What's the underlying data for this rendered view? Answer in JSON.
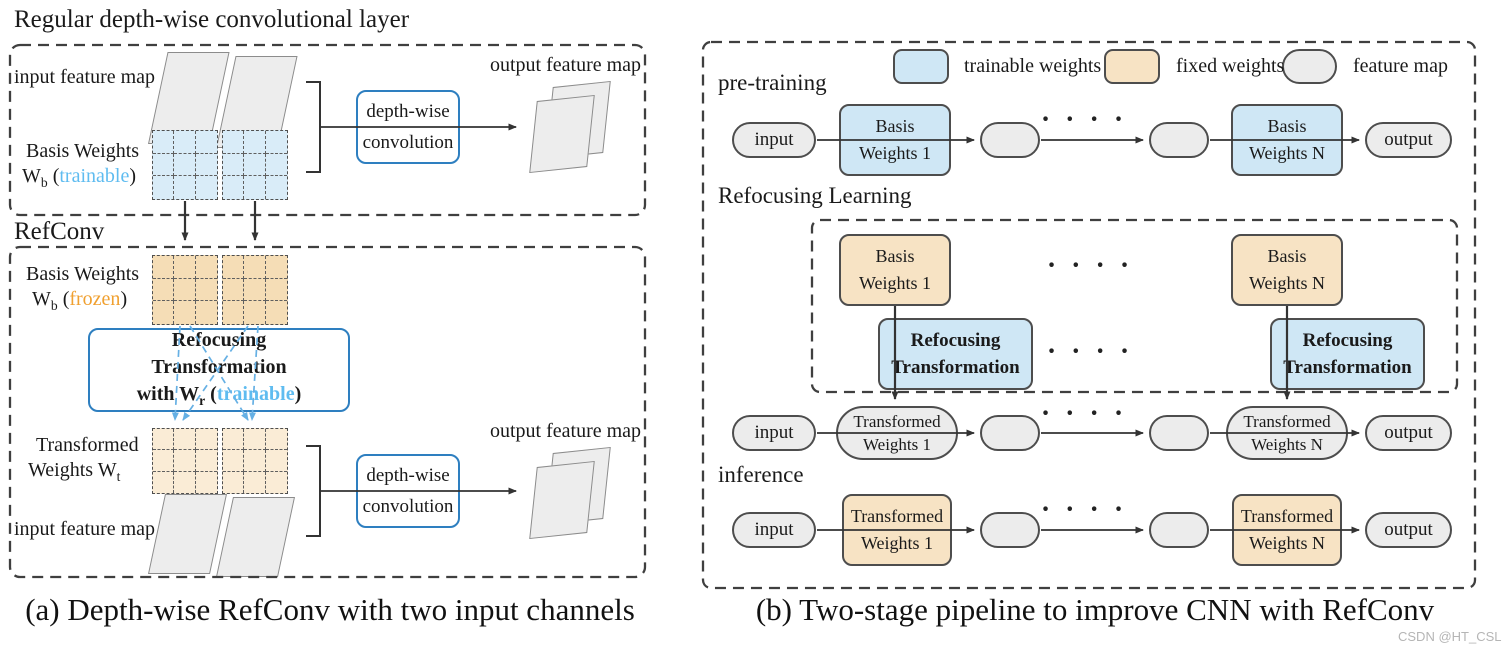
{
  "panel_a": {
    "title": "Regular depth-wise convolutional layer",
    "refconv_title": "RefConv",
    "caption": "(a) Depth-wise RefConv with two input channels",
    "input_feature_map": "input feature map",
    "output_feature_map": "output feature map",
    "basis_weights": "Basis Weights",
    "w_symbol": "W",
    "wb_sub": "b",
    "wr_sub": "r",
    "wt_sub": "t",
    "paren_open": "(",
    "paren_close": ")",
    "trainable": "trainable",
    "frozen": "frozen",
    "dw_line1": "depth-wise",
    "dw_line2": "convolution",
    "refocus_line1": "Refocusing",
    "refocus_line2": "Transformation",
    "refocus_line3_prefix": "with W",
    "transformed": "Transformed",
    "weights_w": "Weights W"
  },
  "panel_b": {
    "caption": "(b) Two-stage pipeline to improve CNN with RefConv",
    "legend": {
      "trainable": "trainable weights",
      "fixed": "fixed weights",
      "feature": "feature map"
    },
    "sections": {
      "pretraining": "pre-training",
      "refocusing": "Refocusing Learning",
      "inference": "inference"
    },
    "nodes": {
      "input": "input",
      "output": "output",
      "basis_1": [
        "Basis",
        "Weights 1"
      ],
      "basis_n": [
        "Basis",
        "Weights N"
      ],
      "refocusing_transformation": [
        "Refocusing",
        "Transformation"
      ],
      "transformed_1": [
        "Transformed",
        "Weights 1"
      ],
      "transformed_n": [
        "Transformed",
        "Weights N"
      ]
    },
    "dots": "· · · ·"
  },
  "watermark": "CSDN @HT_CSL",
  "colors": {
    "trainable_fill": "#cfe7f5",
    "fixed_fill": "#f7e3c4",
    "feature_fill": "#ececec",
    "blue_stroke": "#2e7fc0",
    "trainable_text": "#5fbcf0",
    "frozen_text": "#f0a030",
    "grid_blue": "#d9ecf8",
    "grid_orange": "#f5ddb6",
    "grid_transformed": "#faecd6"
  }
}
